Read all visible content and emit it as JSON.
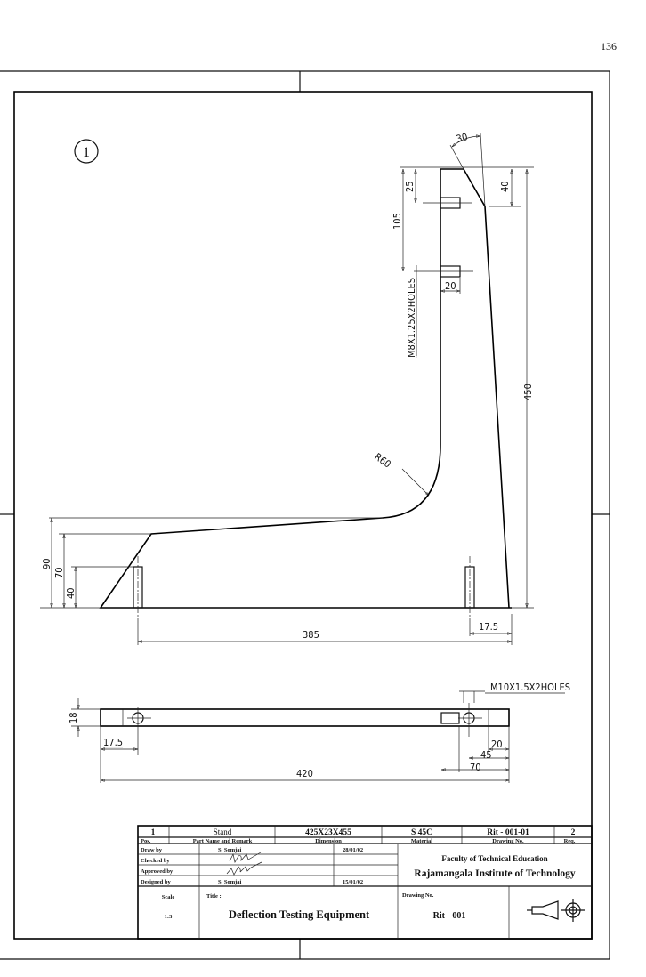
{
  "page_number": "136",
  "view_marker": "1",
  "side_view": {
    "dims": {
      "angle": "30",
      "top_chamfer": "40",
      "hole1": "25",
      "hole2": "105",
      "hole_depth": "20",
      "height": "450",
      "radius": "R60",
      "base_90": "90",
      "base_70": "70",
      "base_40": "40",
      "offset": "17.5",
      "length": "385"
    },
    "hole_note": "M8X1.25X2HOLES"
  },
  "top_view": {
    "dims": {
      "thickness": "18",
      "offset": "17.5",
      "length": "420",
      "d20": "20",
      "d45": "45",
      "d70": "70"
    },
    "hole_note": "M10X1.5X2HOLES"
  },
  "title_block": {
    "row1": {
      "pos": "1",
      "name": "Stand",
      "dimension": "425X23X455",
      "material": "S 45C",
      "drawing_no": "Rit - 001-01",
      "req": "2"
    },
    "headers": {
      "pos": "Pos.",
      "name": "Part Name and Remark",
      "dimension": "Dimension",
      "material": "Material",
      "drawing_no": "Drawing No.",
      "req": "Req."
    },
    "drawn_by_label": "Draw by",
    "drawn_by": "S.  Somjai",
    "drawn_date": "28/01/02",
    "checked_by_label": "Checked by",
    "approved_by_label": "Approved by",
    "designed_by_label": "Designed by",
    "designed_by": "S.  Somjai",
    "designed_date": "15/01/02",
    "faculty": "Faculty of Technical Education",
    "institute": "Rajamangala Institute of Technology",
    "scale_label": "Scale",
    "scale": "1:3",
    "title_label": "Title :",
    "title": "Deflection Testing Equipment",
    "drawing_no_label": "Drawing No.",
    "drawing_no": "Rit - 001"
  }
}
